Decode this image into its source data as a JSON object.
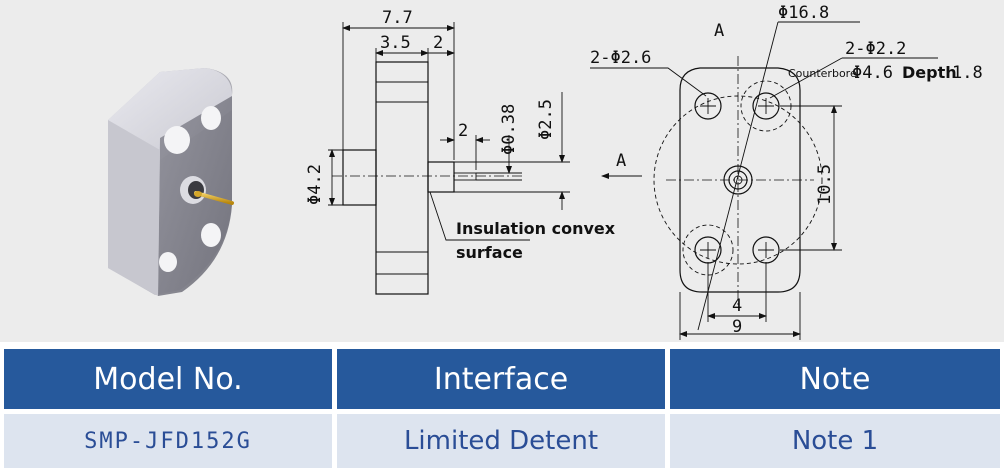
{
  "drawing": {
    "overall_length": "7.7",
    "flange_thickness": "3.5",
    "rear_length": "2",
    "pin_length": "2",
    "pin_diameter": "Φ0.38",
    "insulator_diameter": "Φ2.5",
    "body_diameter": "Φ4.2",
    "insulation_note_line1": "Insulation convex",
    "insulation_note_line2": "surface",
    "view_label": "A",
    "view_arrow_label": "A",
    "flange_diameter": "Φ16.8",
    "hole_callout_left": "2-Φ2.6",
    "hole_callout_right": "2-Φ2.2",
    "counterbore_label": "Counterbore",
    "counterbore_diameter": "Φ4.6",
    "depth_label": "Depth",
    "depth_value": "1.8",
    "hole_pitch_vertical": "10.5",
    "hole_pitch_inner": "4",
    "hole_pitch_outer": "9"
  },
  "table": {
    "headers": [
      "Model No.",
      "Interface",
      "Note"
    ],
    "row": [
      "SMP-JFD152G",
      "Limited Detent",
      "Note 1"
    ]
  },
  "colors": {
    "header_bg": "#26599c",
    "row_bg": "#dde4ef",
    "row_text": "#2a4d96",
    "panel_bg": "#ececec"
  }
}
